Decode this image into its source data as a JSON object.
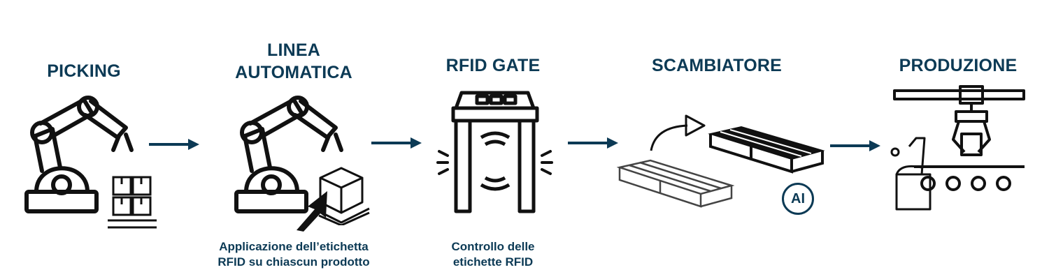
{
  "stages": [
    {
      "title": "PICKING",
      "caption": ""
    },
    {
      "title": "LINEA\nAUTOMATICA",
      "caption": "Applicazione dell’etichetta\nRFID su chiascun prodotto"
    },
    {
      "title": "RFID GATE",
      "caption": "Controllo delle\netichette RFID"
    },
    {
      "title": "SCAMBIATORE",
      "caption": ""
    },
    {
      "title": "PRODUZIONE",
      "caption": ""
    }
  ],
  "badge": {
    "label": "AI"
  },
  "icons": [
    "robot-arm-icon",
    "box-stack-icon",
    "robot-arm-icon",
    "box-on-pallet-icon",
    "pointer-arrow-icon",
    "rfid-gate-icon",
    "pallet-icon",
    "curved-arrow-icon",
    "pallet-icon",
    "gantry-robot-icon",
    "conveyor-icon",
    "worker-icon"
  ],
  "colors": {
    "accent": "#0c3a55",
    "icon": "#111111"
  }
}
